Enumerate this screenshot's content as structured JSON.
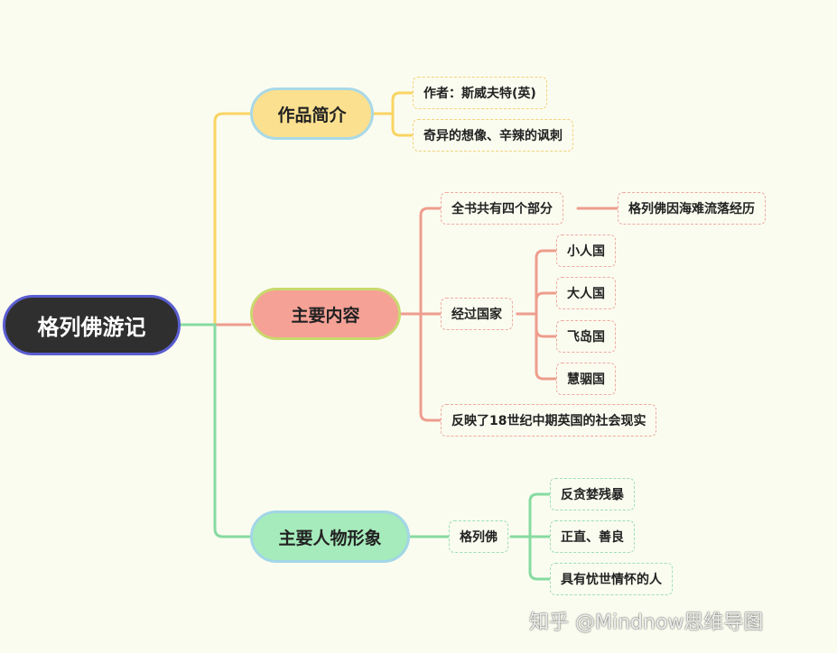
{
  "root": "格列佛游记",
  "branches": {
    "intro": {
      "label": "作品简介",
      "items": [
        "作者：斯威夫特(英)",
        "奇异的想像、辛辣的讽刺"
      ]
    },
    "content": {
      "label": "主要内容",
      "parts": "全书共有四个部分",
      "parts_detail": "格列佛因海难流落经历",
      "countries_label": "经过国家",
      "countries": [
        "小人国",
        "大人国",
        "飞岛国",
        "慧骃国"
      ],
      "reflection": "反映了18世纪中期英国的社会现实"
    },
    "characters": {
      "label": "主要人物形象",
      "name": "格列佛",
      "traits": [
        "反贪婪残暴",
        "正直、善良",
        "具有忧世情怀的人"
      ]
    }
  },
  "colors": {
    "yellow_branch": "#fbe08f",
    "red_branch": "#f6a196",
    "green_branch": "#a6ebbb",
    "root_fill": "#2f2f2f",
    "root_border": "#5a5ed0"
  },
  "watermark": "知乎 @Mindnow思维导图"
}
